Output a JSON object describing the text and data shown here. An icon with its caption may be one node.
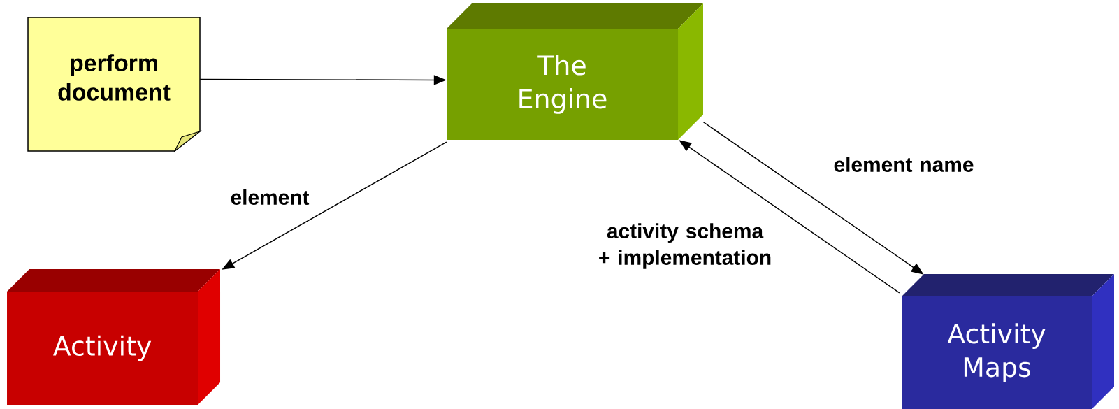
{
  "diagram": {
    "nodes": [
      {
        "text": [
          "perform document"
        ]
      },
      {
        "text": [
          "The Engine"
        ]
      },
      {
        "text": [
          "Activity"
        ]
      },
      {
        "text": [
          "Activity Maps"
        ]
      }
    ],
    "edges": [
      {
        "from": 0,
        "to": 1,
        "arrow": "to"
      },
      {
        "from": 1,
        "to": 2,
        "arrow": "to",
        "label": "element"
      },
      {
        "from": 1,
        "to": 3,
        "arrow": "to",
        "label": "element name"
      },
      {
        "from": 3,
        "to": 1,
        "arrow": "to",
        "label": "activity schema + implementation"
      }
    ]
  }
}
